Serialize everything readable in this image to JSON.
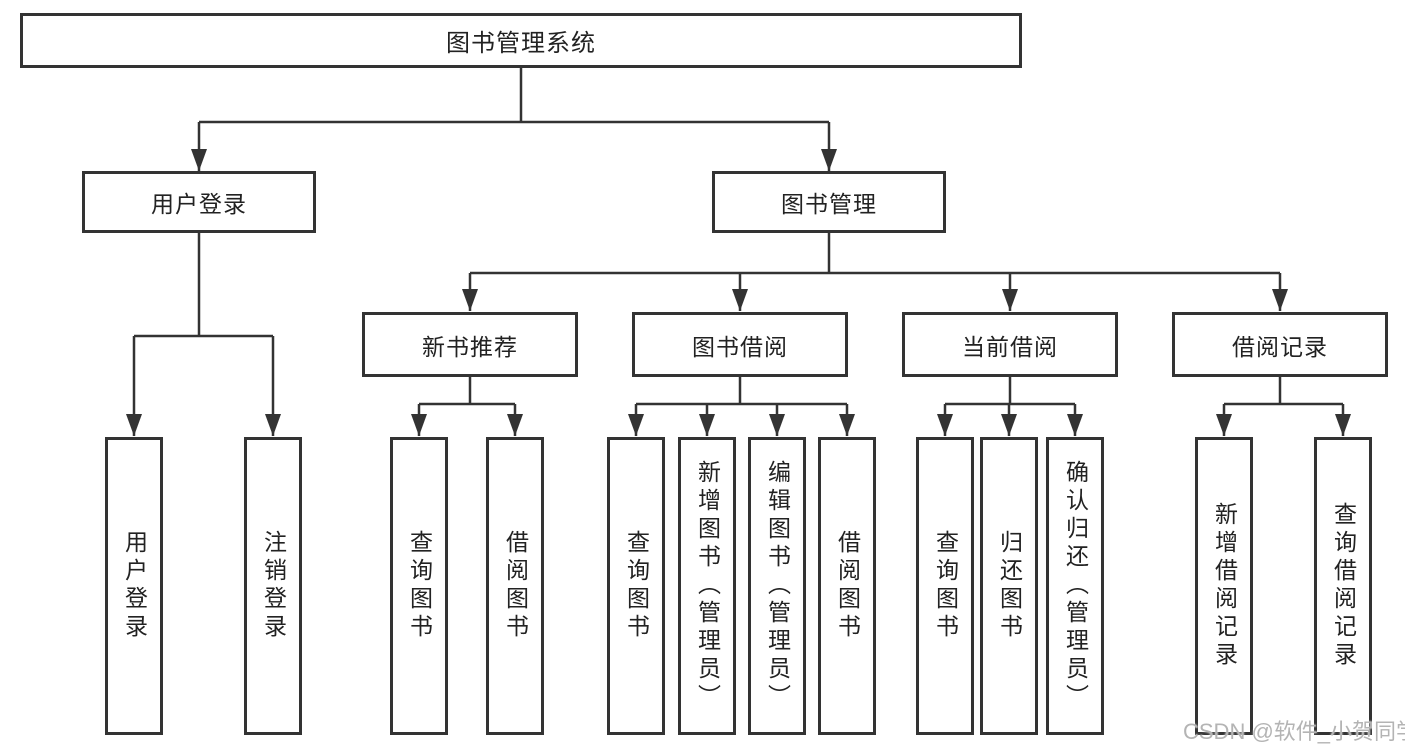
{
  "diagram_title": "图书管理系统",
  "nodes": {
    "root": {
      "label": "图书管理系统"
    },
    "user_login": {
      "label": "用户登录"
    },
    "book_mgmt": {
      "label": "图书管理"
    },
    "new_books": {
      "label": "新书推荐"
    },
    "book_borrow": {
      "label": "图书借阅"
    },
    "current_borrow": {
      "label": "当前借阅"
    },
    "borrow_records": {
      "label": "借阅记录"
    },
    "leaf_user_login": {
      "label": "用户登录"
    },
    "leaf_logout": {
      "label": "注销登录"
    },
    "leaf_nb_query": {
      "label": "查询图书"
    },
    "leaf_nb_borrow": {
      "label": "借阅图书"
    },
    "leaf_bb_query": {
      "label": "查询图书"
    },
    "leaf_bb_add": {
      "label": "新增图书（管理员）"
    },
    "leaf_bb_edit": {
      "label": "编辑图书（管理员）"
    },
    "leaf_bb_borrow": {
      "label": "借阅图书"
    },
    "leaf_cb_query": {
      "label": "查询图书"
    },
    "leaf_cb_return": {
      "label": "归还图书"
    },
    "leaf_cb_confirm": {
      "label": "确认归还（管理员）"
    },
    "leaf_br_add": {
      "label": "新增借阅记录"
    },
    "leaf_br_query": {
      "label": "查询借阅记录"
    }
  },
  "watermark": "CSDN @软件_小贺同学",
  "colors": {
    "line": "#333333",
    "text": "#222222",
    "watermark": "#b4b4b4",
    "background": "#ffffff"
  }
}
